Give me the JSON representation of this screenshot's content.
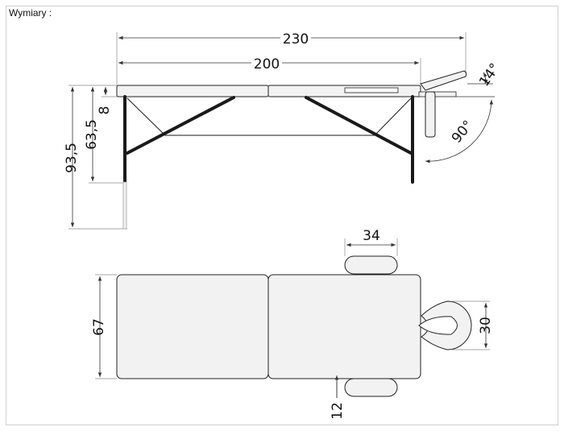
{
  "caption": "Wymiary :",
  "dimensions": {
    "total_length": "230",
    "table_length": "200",
    "headrest_angle": "14°",
    "face_angle": "90°",
    "top_thickness": "8",
    "min_height": "63,5",
    "max_height": "93,5",
    "armrest_width": "34",
    "table_width": "67",
    "face_cradle_width": "30",
    "armrest_depth": "12"
  },
  "colors": {
    "outline": "#222222",
    "frame": "#1a1a1a",
    "panel_fill": "#f2f2f2",
    "dim_line": "#333333"
  }
}
